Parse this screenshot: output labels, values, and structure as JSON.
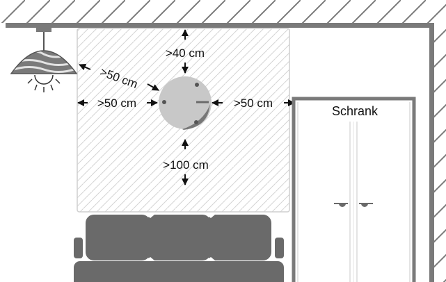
{
  "labels": {
    "top": ">40 cm",
    "diagonal": ">50 cm",
    "left": ">50 cm",
    "right": ">50 cm",
    "bottom": ">100 cm",
    "wardrobe": "Schrank"
  },
  "colors": {
    "wall": "#7a7a7a",
    "zone_border": "#cfcfcf",
    "zone_hatch": "#d4d4d4",
    "detector": "#c8c8c8",
    "sofa": "#6a6a6a",
    "text": "#111111"
  }
}
